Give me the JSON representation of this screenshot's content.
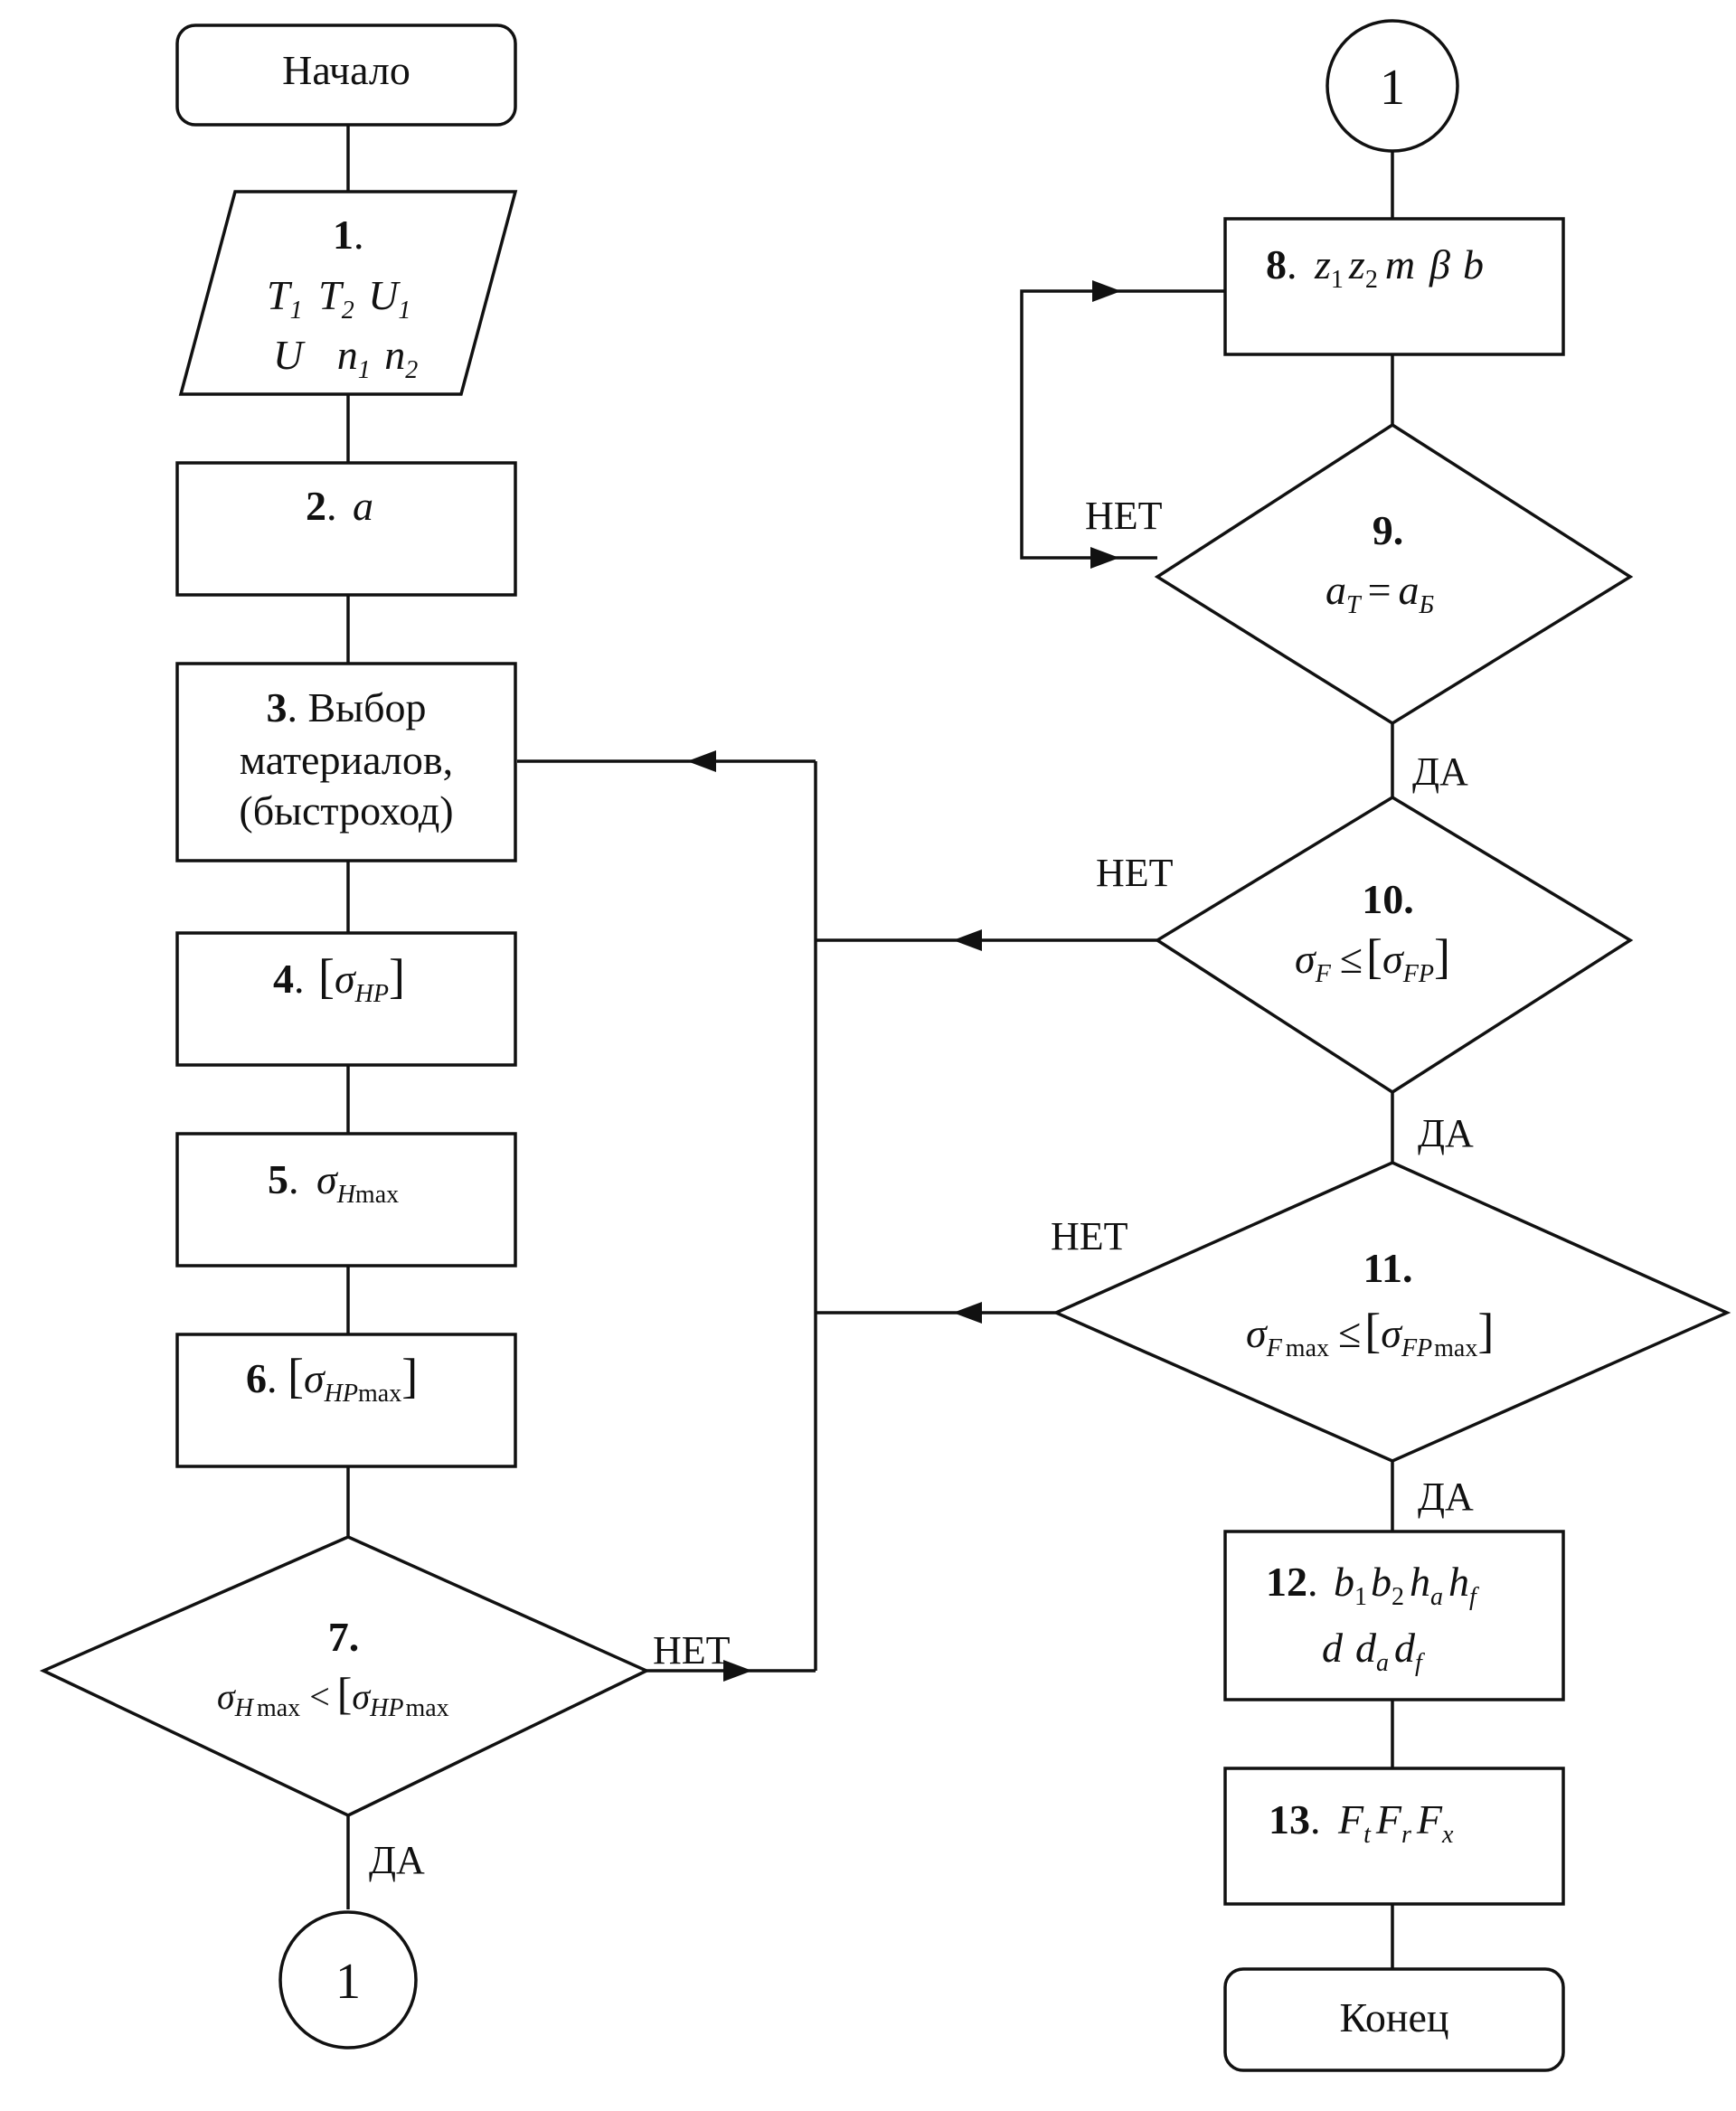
{
  "start": "Начало",
  "end": "Конец",
  "connector": "1",
  "yes": "ДА",
  "no": "НЕТ",
  "b1": {
    "num": "1",
    "T": "T",
    "s1": "1",
    "s2": "2",
    "U": "U",
    "n": "n"
  },
  "b2": {
    "num": "2",
    "var": "a"
  },
  "b3": {
    "num": "3",
    "l1": ". Выбор",
    "l2": "материалов,",
    "l3": "(быстроход)"
  },
  "b4": {
    "num": "4",
    "sigma": "σ",
    "sub": "HP"
  },
  "b5": {
    "num": "5",
    "sigma": "σ",
    "subH": "H",
    "subMax": "max"
  },
  "b6": {
    "num": "6",
    "sigma": "σ",
    "subHP": "HP",
    "subMax": "max"
  },
  "b7": {
    "num": "7",
    "sigma": "σ",
    "subH": "H",
    "max": "max",
    "lt": "<",
    "subHP": "HP"
  },
  "b8": {
    "num": "8",
    "z": "z",
    "s1": "1",
    "s2": "2",
    "m": "m",
    "beta": "β",
    "b": "b"
  },
  "b9": {
    "num": "9",
    "a": "a",
    "subT": "Т",
    "eq": "=",
    "subB": "Б"
  },
  "b10": {
    "num": "10",
    "sigma": "σ",
    "subF": "F",
    "le": "≤",
    "subFP": "FP"
  },
  "b11": {
    "num": "11",
    "sigma": "σ",
    "subF": "F",
    "max": "max",
    "le": "≤",
    "subFP": "FP"
  },
  "b12": {
    "num": "12",
    "b": "b",
    "s1": "1",
    "s2": "2",
    "h": "h",
    "sa": "a",
    "sf": "f",
    "d": "d"
  },
  "b13": {
    "num": "13",
    "F": "F",
    "st": "t",
    "sr": "r",
    "sx": "x"
  }
}
